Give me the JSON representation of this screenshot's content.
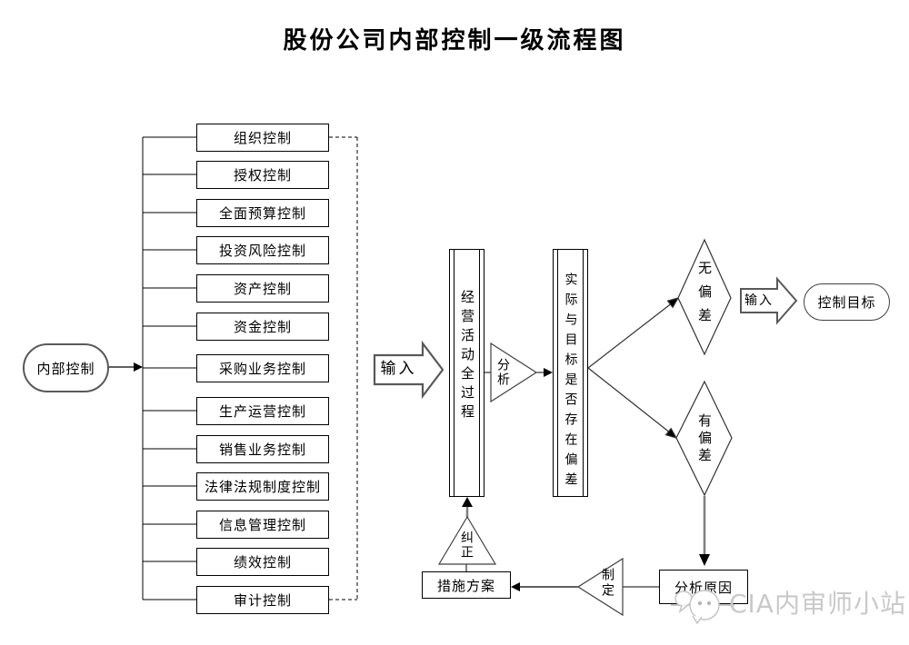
{
  "title": "股份公司内部控制一级流程图",
  "flowchart": {
    "start_label": "内部控制",
    "control_items": [
      "组织控制",
      "授权控制",
      "全面预算控制",
      "投资风险控制",
      "资产控制",
      "资金控制",
      "采购业务控制",
      "生产运营控制",
      "销售业务控制",
      "法律法规制度控制",
      "信息管理控制",
      "绩效控制",
      "审计控制"
    ],
    "input_label_1": "输入",
    "process_label": "经营活动全过程",
    "analyze_label": "分析",
    "compare_label": "实际与目标是否存在偏差",
    "no_deviation_label": "无偏差",
    "deviation_label": "有偏差",
    "input_label_2": "输入",
    "goal_label": "控制目标",
    "analyze_cause_label": "分析原因",
    "formulate_label": "制定",
    "measures_label": "措施方案",
    "correct_label": "纠正"
  },
  "watermark": {
    "text": "CIA内审师小站"
  },
  "colors": {
    "line": "#000000",
    "shape_outline": "#333333",
    "block_arrow_outline": "#595959",
    "gray_connector": "#7f7f7f",
    "watermark": "#c9c9c9",
    "background": "#ffffff"
  }
}
